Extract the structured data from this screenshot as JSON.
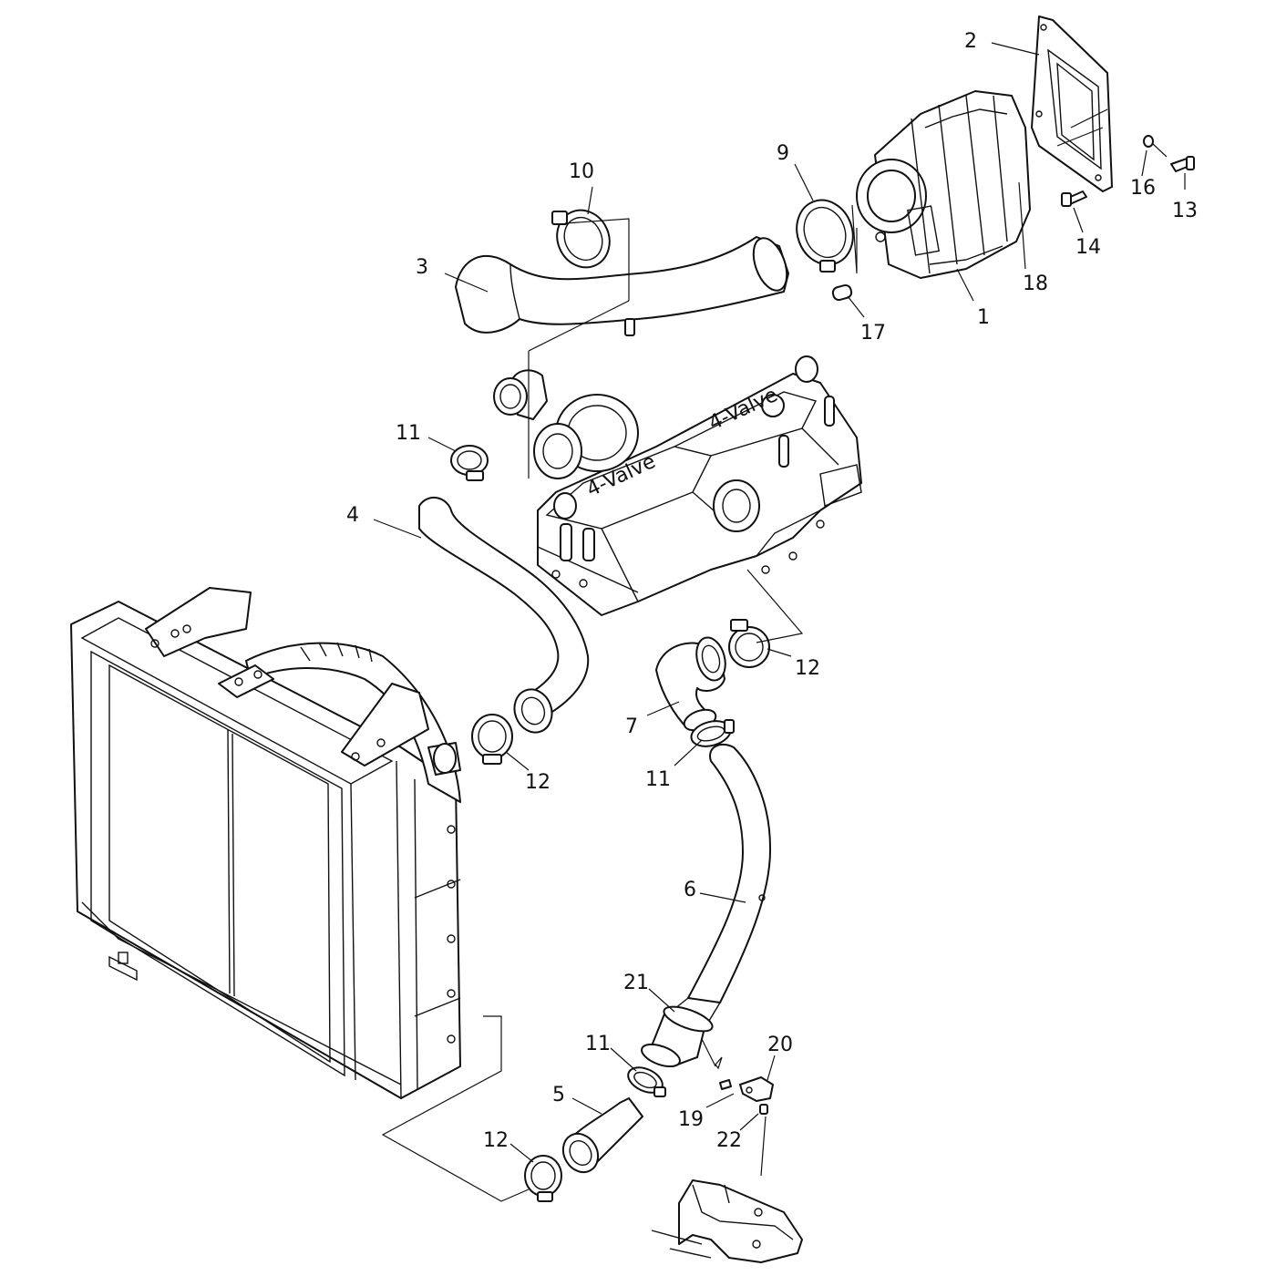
{
  "callouts": {
    "c1": "1",
    "c2": "2",
    "c3": "3",
    "c4": "4",
    "c5": "5",
    "c6": "6",
    "c7": "7",
    "c9": "9",
    "c10": "10",
    "c11a": "11",
    "c11b": "11",
    "c11c": "11",
    "c12a": "12",
    "c12b": "12",
    "c12c": "12",
    "c13": "13",
    "c14": "14",
    "c16": "16",
    "c17": "17",
    "c18": "18",
    "c19": "19",
    "c20": "20",
    "c21": "21",
    "c22": "22"
  },
  "engine_labels": {
    "valve_cover_left": "4-Valve",
    "valve_cover_right": "4-Valve"
  },
  "colors": {
    "line": "#111111",
    "background": "#ffffff"
  }
}
